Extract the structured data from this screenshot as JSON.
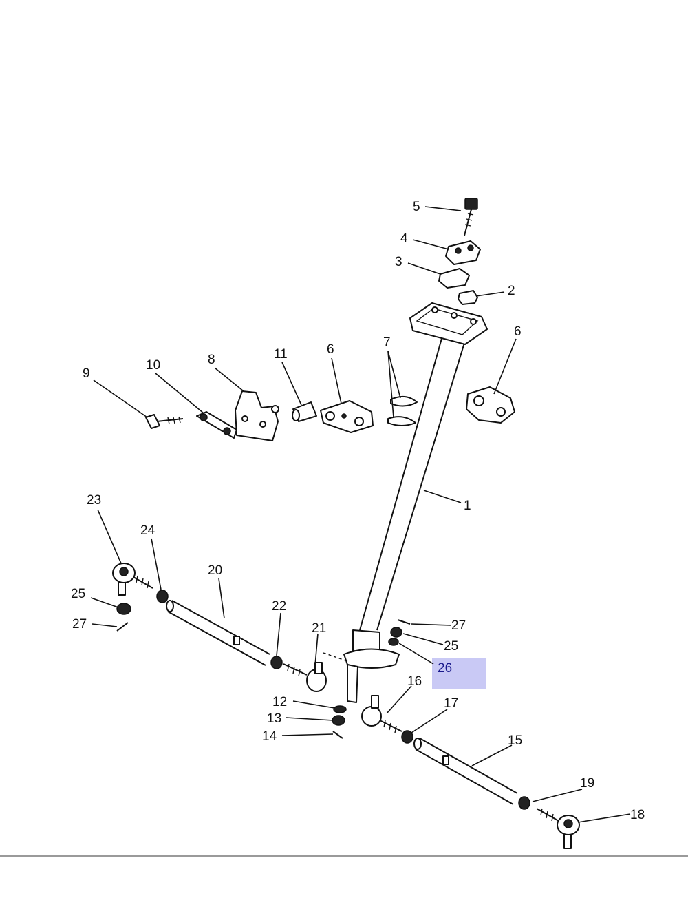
{
  "diagram": {
    "highlight_color": "#c9c9f5",
    "highlight_text_color": "#1a1a8c",
    "labels": {
      "p1": "1",
      "p2": "2",
      "p3": "3",
      "p4": "4",
      "p5": "5",
      "p6a": "6",
      "p6b": "6",
      "p7": "7",
      "p8": "8",
      "p9": "9",
      "p10": "10",
      "p11": "11",
      "p12": "12",
      "p13": "13",
      "p14": "14",
      "p15": "15",
      "p16": "16",
      "p17": "17",
      "p18": "18",
      "p19": "19",
      "p20": "20",
      "p21": "21",
      "p22": "22",
      "p23": "23",
      "p24": "24",
      "p25a": "25",
      "p25b": "25",
      "p26": "26",
      "p27a": "27",
      "p27b": "27"
    }
  }
}
